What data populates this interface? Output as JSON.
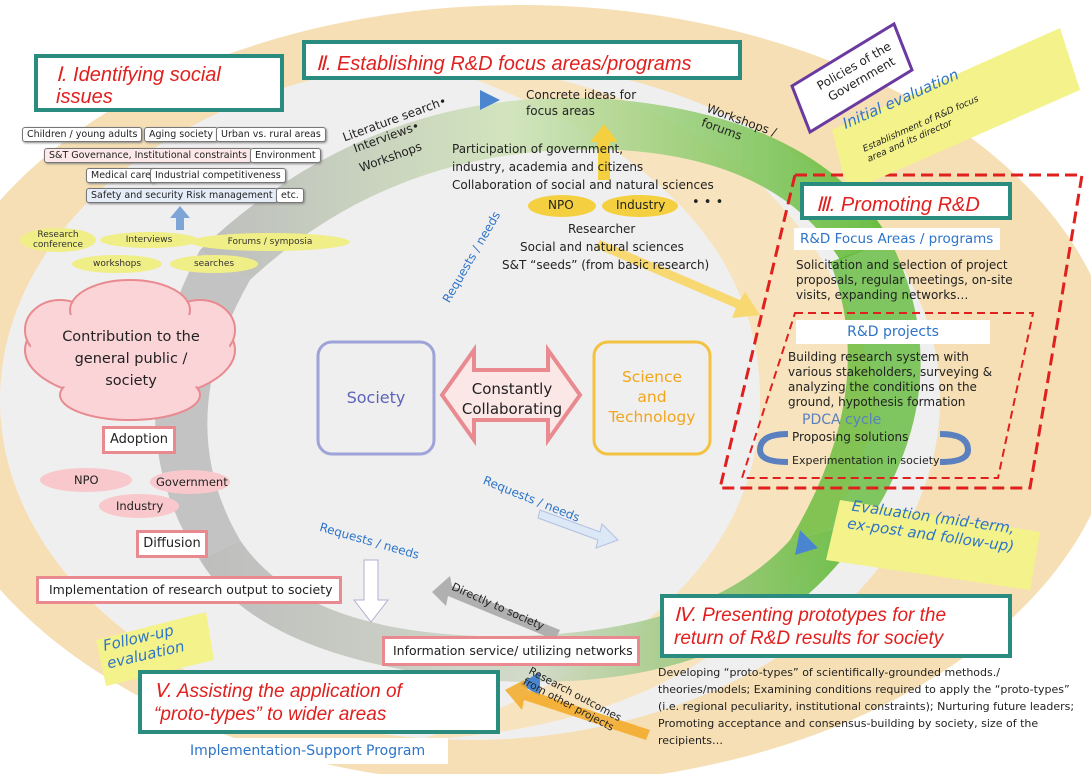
{
  "sections": {
    "s1": "Ⅰ. Identifying social issues",
    "s2": "Ⅱ. Establishing R&D focus areas/programs",
    "s3": "Ⅲ. Promoting R&D",
    "s4_line1": "Ⅳ. Presenting prototypes for the",
    "s4_line2": "return of R&D results for society",
    "s5_line1": "Ⅴ. Assisting the application of",
    "s5_line2": "“proto-types” to wider areas"
  },
  "issue_tags": [
    "Children / young adults",
    "Aging society",
    "Urban vs. rural areas",
    "S&T Governance, Institutional constraints",
    "Environment",
    "Medical care",
    "Industrial competitiveness",
    "Safety and security Risk management",
    "etc."
  ],
  "methods": [
    "Research conference",
    "Interviews",
    "Forums / symposia",
    "workshops",
    "searches"
  ],
  "cloud_text": "Contribution to the general public / society",
  "adoption": "Adoption",
  "npo": "NPO",
  "government": "Government",
  "industry": "Industry",
  "diffusion": "Diffusion",
  "implementation": "Implementation of research output to society",
  "followup": "Follow-up evaluation",
  "implementation_support": "Implementation-Support Program",
  "info_service": "Information service/ utilizing networks",
  "directly_to_society": "Directly to society",
  "research_outcomes": "Research outcomes from other projects",
  "requests_needs": "Requests / needs",
  "society": "Society",
  "constantly": "Constantly",
  "collaborating": "Collaborating",
  "science": "Science",
  "and_word": "and",
  "technology": "Technology",
  "lit_search": "Literature search•",
  "interviews": "Interviews•",
  "workshops": "Workshops",
  "concrete_ideas_1": "Concrete ideas for",
  "concrete_ideas_2": "focus areas",
  "participation_1": "Participation of government,",
  "participation_2": "industry, academia and citizens",
  "participation_3": "Collaboration of social and natural sciences",
  "dots": "• • •",
  "researcher": "Researcher",
  "social_natural": "Social and natural sciences",
  "st_seeds": "S&T “seeds” (from basic research)",
  "workshops_forums": "Workshops / forums",
  "policies": "Policies of the Government",
  "initial_eval": "Initial evaluation",
  "initial_eval_sub": "Establishment of R&D focus area and its director",
  "rd_focus": "R&D Focus Areas / programs",
  "solicitation": "Solicitation and selection of project proposals, regular meetings, on-site visits, expanding networks…",
  "rd_projects": "R&D projects",
  "building": "Building research system with various stakeholders, surveying & analyzing the conditions on the ground, hypothesis formation",
  "pdca": "PDCA cycle",
  "proposing": "Proposing solutions",
  "experimentation": "Experimentation in society",
  "evaluation": "Evaluation (mid-term, ex-post and follow-up)",
  "developing": "Developing “proto-types” of scientifically-grounded methods./ theories/models; Examining conditions required to apply the “proto-types” (i.e. regional peculiarity, institutional constraints); Nurturing future leaders; Promoting acceptance and consensus-building by society, size of the recipients…",
  "colors": {
    "title_red": "#e0201e",
    "teal": "#2a8c7e",
    "pink": "#e88a8f",
    "blue": "#2e74c8",
    "orange": "#f2a51a",
    "green": "#55b030"
  }
}
